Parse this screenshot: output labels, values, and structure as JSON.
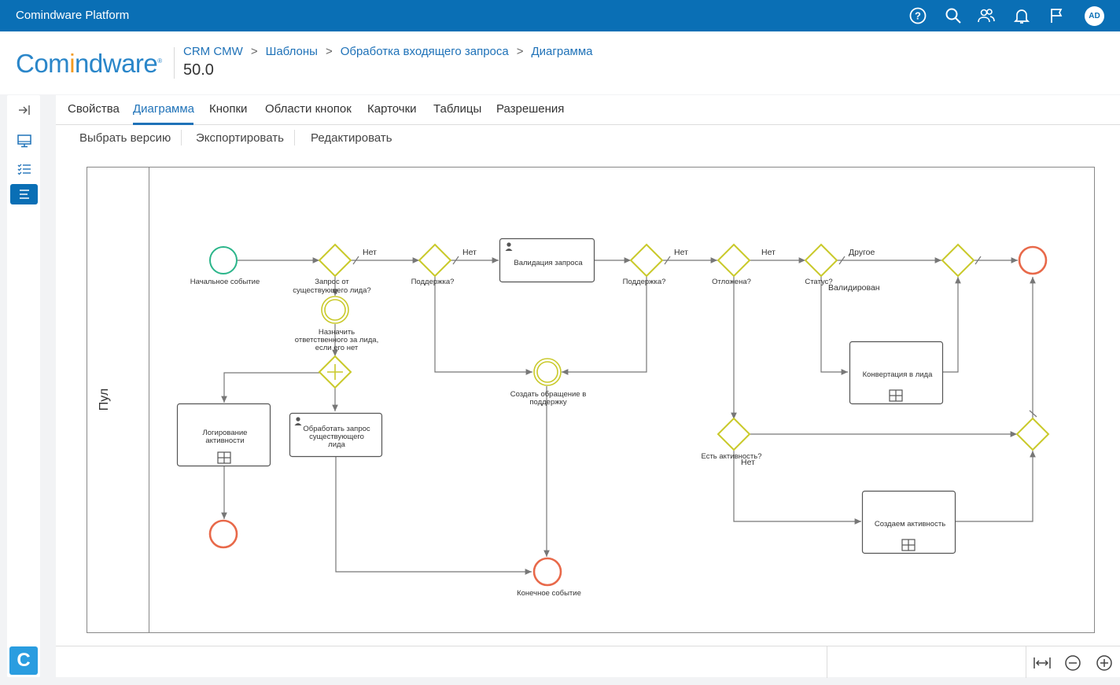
{
  "app": {
    "title": "Comindware Platform"
  },
  "user": {
    "initials": "AD"
  },
  "logo": {
    "part1": "Com",
    "part2": "i",
    "part3": "ndware",
    "registered": "®"
  },
  "breadcrumb": [
    "CRM CMW",
    "Шаблоны",
    "Обработка входящего запроса",
    "Диаграмма"
  ],
  "version": "50.0",
  "tabs": [
    "Свойства",
    "Диаграмма",
    "Кнопки",
    "Области кнопок",
    "Карточки",
    "Таблицы",
    "Разрешения"
  ],
  "active_tab": "Диаграмма",
  "toolbar": {
    "choose_version": "Выбрать версию",
    "export": "Экспортировать",
    "edit": "Редактировать"
  },
  "sidebar": {
    "c_logo": "C"
  },
  "colors": {
    "header": "#0a6fb5",
    "start_event": "#2bb58a",
    "end_event": "#e8694a",
    "gateway": "#c9c92a",
    "link": "#1f72b8"
  },
  "diagram": {
    "pool_label": "Пул",
    "start_event": "Начальное событие",
    "gw_request_line1": "Запрос от",
    "gw_request_line2": "существующего лида?",
    "gw_support1": "Поддержка?",
    "task_validation": "Валидация запроса",
    "gw_support2": "Поддержка?",
    "gw_postponed": "Отложена?",
    "gw_status": "Статус?",
    "label_other": "Другое",
    "label_validated": "Валидирован",
    "label_no1": "Нет",
    "label_no2": "Нет",
    "label_no3": "Нет",
    "label_no4": "Нет",
    "label_no5": "Нет",
    "intermediate_assign_line1": "Назначить",
    "intermediate_assign_line2": "ответственного за лида,",
    "intermediate_assign_line3": "если его нет",
    "intermediate_create_line1": "Создать обращение в",
    "intermediate_create_line2": "поддержку",
    "task_convert": "Конвертация в лида",
    "task_logging_line1": "Логирование",
    "task_logging_line2": "активности",
    "task_process_line1": "Обработать запрос",
    "task_process_line2": "существующего",
    "task_process_line3": "лида",
    "gw_activity": "Есть активность?",
    "task_create_activity": "Создаем активность",
    "end_event": "Конечное событие"
  }
}
